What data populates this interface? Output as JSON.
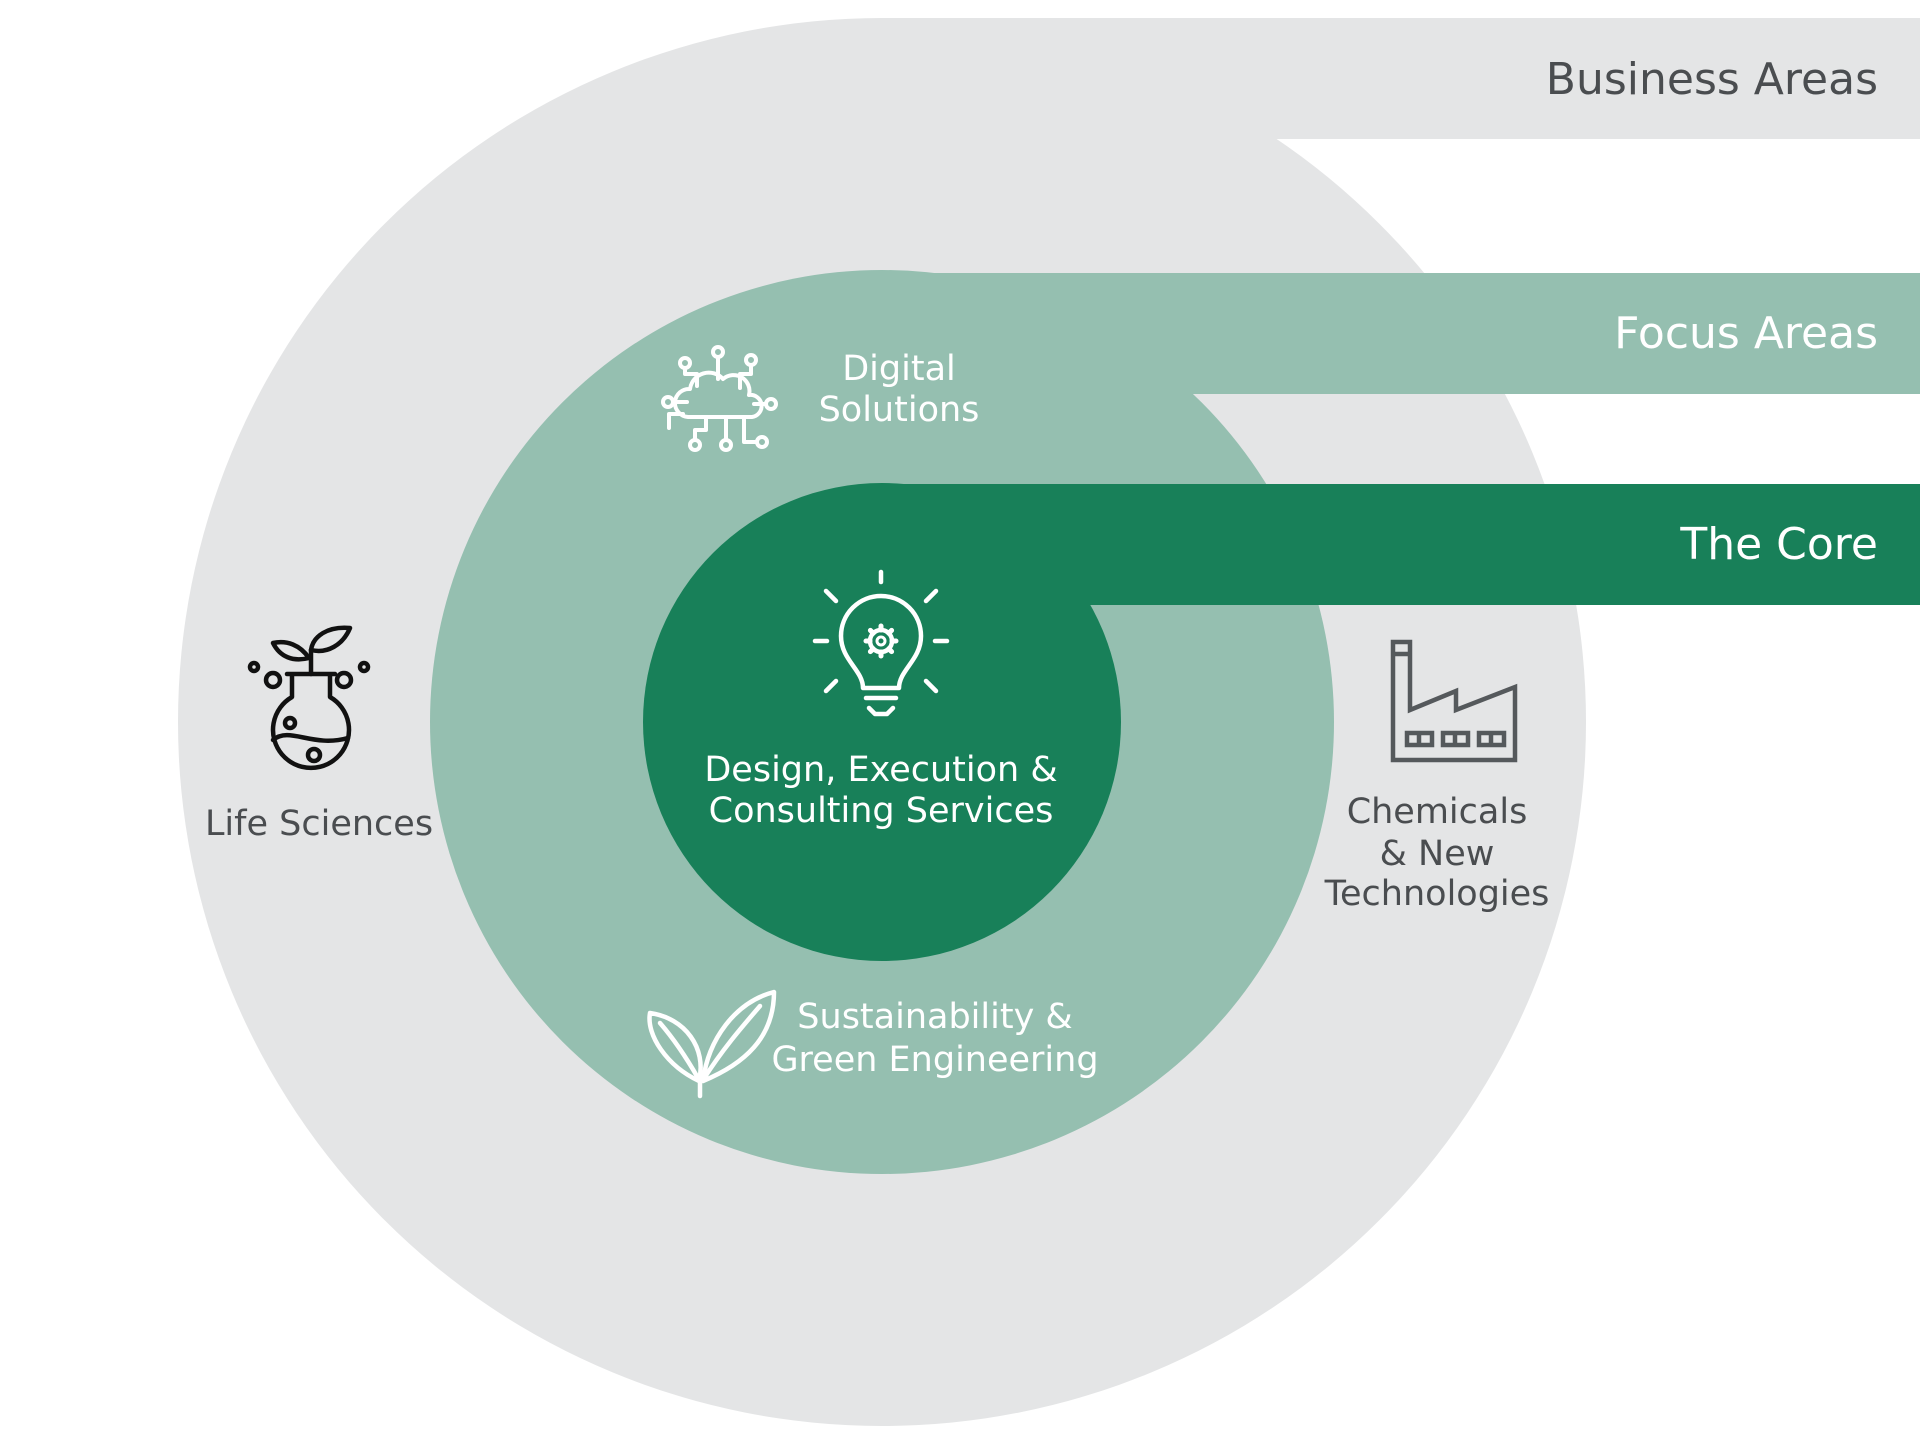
{
  "colors": {
    "background": "#ffffff",
    "business_fill": "#e4e5e6",
    "focus_fill": "#95bfb0",
    "core_fill": "#188059",
    "business_text": "#4a4d50",
    "focus_text": "#ffffff",
    "core_text": "#ffffff",
    "icon_dark": "#111111",
    "icon_gray": "#55595c",
    "icon_light": "#ffffff"
  },
  "bands": {
    "business": "Business Areas",
    "focus": "Focus Areas",
    "core": "The Core"
  },
  "core": {
    "line1": "Design, Execution &",
    "line2": "Consulting Services",
    "icon": "lightbulb-gear-icon"
  },
  "focus_areas": {
    "digital": {
      "line1": "Digital",
      "line2": "Solutions",
      "icon": "cloud-network-icon"
    },
    "sustainability": {
      "line1": "Sustainability &",
      "line2": "Green Engineering",
      "icon": "leaves-icon"
    }
  },
  "business_areas": {
    "life_sciences": {
      "label": "Life Sciences",
      "icon": "flask-plant-icon"
    },
    "chemicals": {
      "line1": "Chemicals",
      "line2": "& New",
      "line3": "Technologies",
      "icon": "factory-icon"
    }
  }
}
